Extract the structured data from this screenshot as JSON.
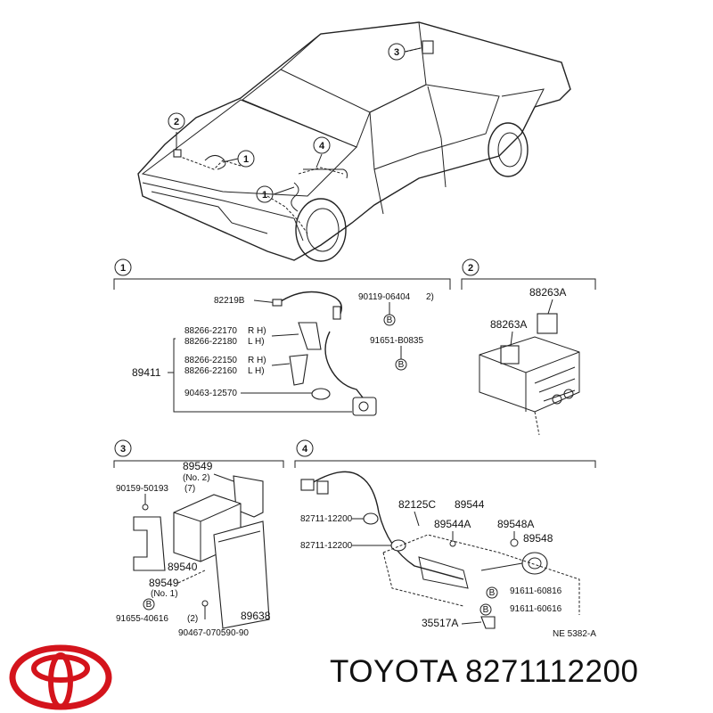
{
  "callouts": {
    "c1": "1",
    "c2": "2",
    "c3": "3",
    "c4": "4"
  },
  "bullets": {
    "b": "B"
  },
  "section1": {
    "p82219B": "82219B",
    "p90119": "90119-06404",
    "q2": "2)",
    "p88266_22170": "88266-22170",
    "p88266_22180": "88266-22180",
    "p88266_22150": "88266-22150",
    "p88266_22160": "88266-22160",
    "rh": "R H)",
    "lh": "L H)",
    "p89411": "89411",
    "p91651": "91651-B0835",
    "p90463": "90463-12570"
  },
  "section2": {
    "p88263A_1": "88263A",
    "p88263A_2": "88263A"
  },
  "section3": {
    "p89549_top": "89549",
    "no2": "(No. 2)",
    "p90159": "90159-50193",
    "q7": "(7)",
    "p89540": "89540",
    "p89549_bot": "89549",
    "no1": "(No. 1)",
    "p91655": "91655-40616",
    "q12": "(2)",
    "p90467": "90467-070590-90",
    "p89638": "89638"
  },
  "section4": {
    "p82125C": "82125C",
    "p89544": "89544",
    "p82711_a": "82711-12200",
    "p82711_b": "82711-12200",
    "p89544A": "89544A",
    "p89548A": "89548A",
    "p89548": "89548",
    "p91611_a": "91611-60816",
    "p91611_b": "91611-60616",
    "p35517A": "35517A",
    "ref": "NE  5382-A"
  },
  "brand": {
    "name": "TOYOTA 8271112200"
  },
  "colors": {
    "logo": "#d4141c",
    "ink": "#111111"
  }
}
